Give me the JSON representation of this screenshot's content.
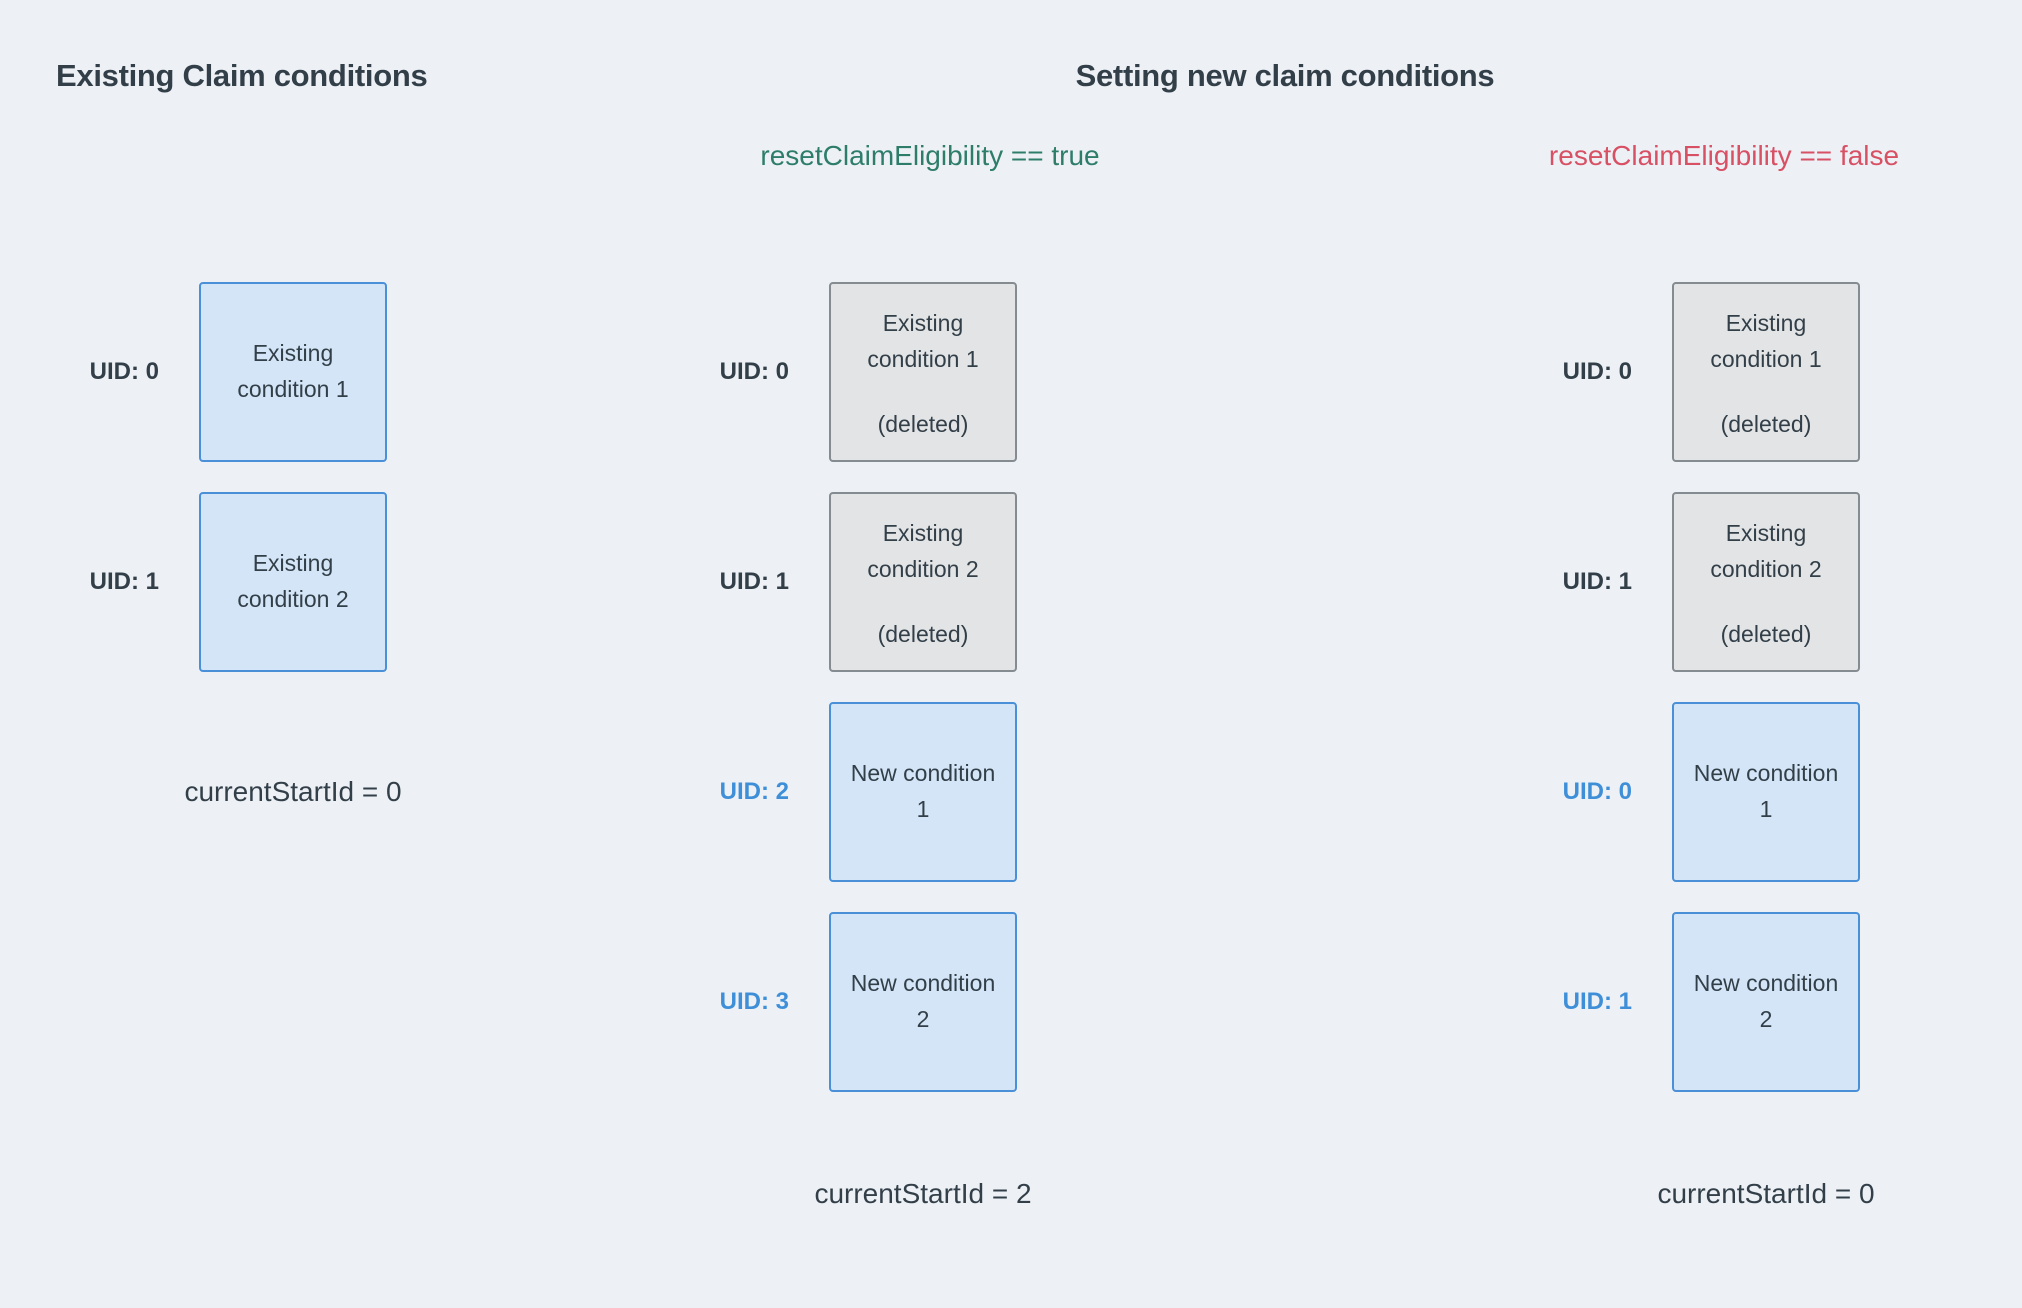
{
  "headings": {
    "left": "Existing Claim conditions",
    "right": "Setting new claim conditions",
    "reset_true": "resetClaimEligibility == true",
    "reset_false": "resetClaimEligibility == false"
  },
  "columns": [
    {
      "name": "existing-claim-conditions",
      "footer": "currentStartId = 0",
      "boxes": [
        {
          "uid": "UID: 0",
          "title": "Existing condition 1",
          "note": "",
          "style": "blue"
        },
        {
          "uid": "UID: 1",
          "title": "Existing condition 2",
          "note": "",
          "style": "blue"
        }
      ]
    },
    {
      "name": "reset-eligibility-true",
      "footer": "currentStartId = 2",
      "boxes": [
        {
          "uid": "UID: 0",
          "title": "Existing condition 1",
          "note": "(deleted)",
          "style": "gray"
        },
        {
          "uid": "UID: 1",
          "title": "Existing condition 2",
          "note": "(deleted)",
          "style": "gray"
        },
        {
          "uid": "UID: 2",
          "title": "New condition 1",
          "note": "",
          "style": "blue"
        },
        {
          "uid": "UID: 3",
          "title": "New condition 2",
          "note": "",
          "style": "blue"
        }
      ]
    },
    {
      "name": "reset-eligibility-false",
      "footer": "currentStartId = 0",
      "boxes": [
        {
          "uid": "UID: 0",
          "title": "Existing condition 1",
          "note": "(deleted)",
          "style": "gray"
        },
        {
          "uid": "UID: 1",
          "title": "Existing condition 2",
          "note": "(deleted)",
          "style": "gray"
        },
        {
          "uid": "UID: 0",
          "title": "New condition 1",
          "note": "",
          "style": "blue"
        },
        {
          "uid": "UID: 1",
          "title": "New condition 2",
          "note": "",
          "style": "blue"
        }
      ]
    }
  ],
  "colors": {
    "background": "#edf1f6",
    "text_dark": "#333f48",
    "uid_blue": "#3f8fd8",
    "green": "#2e7d6b",
    "red": "#d85064",
    "box_blue_fill": "#d3e5f6",
    "box_blue_border": "#4a90d8",
    "box_gray_fill": "#e2e4e6",
    "box_gray_border": "#848b91"
  }
}
